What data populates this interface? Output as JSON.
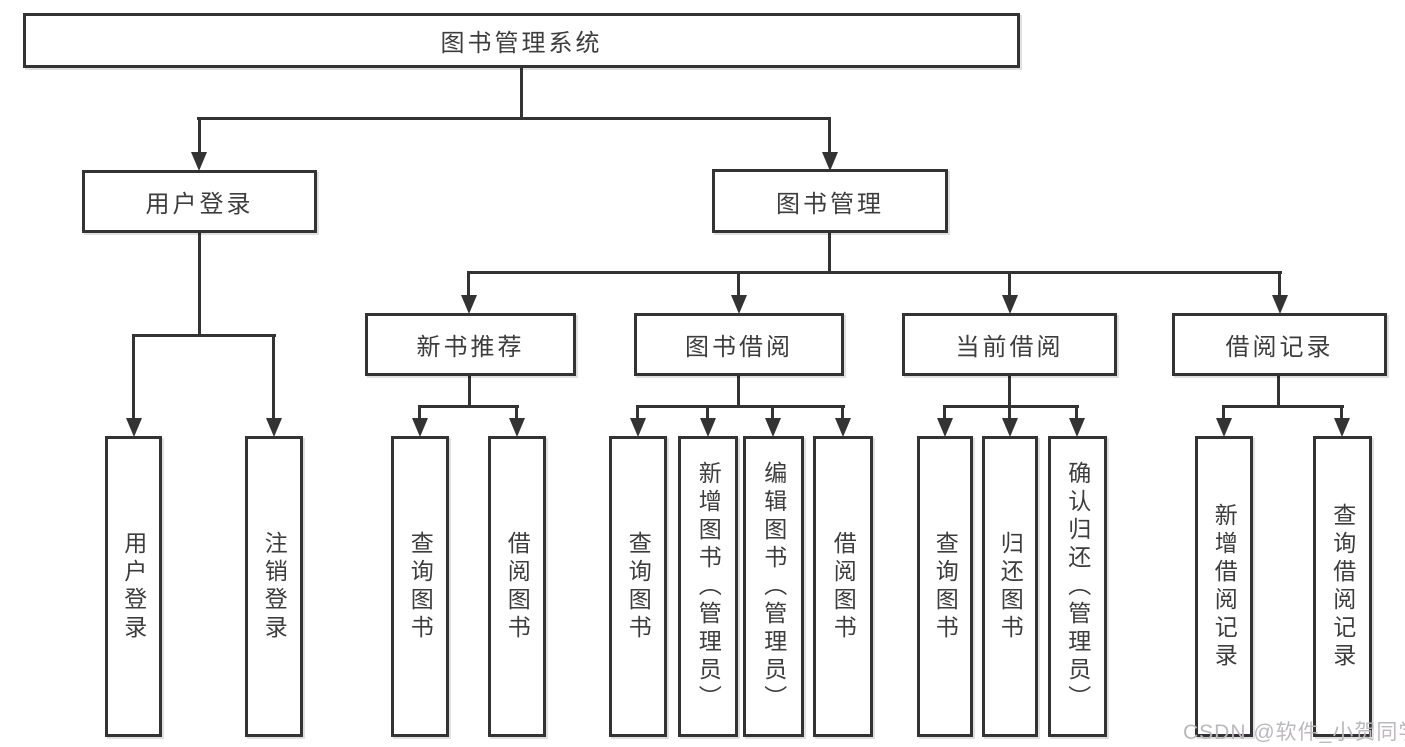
{
  "watermark": "CSDN @软件_小贺同学",
  "colors": {
    "line": "#333333",
    "text": "#3d3d3d",
    "background": "#ffffff",
    "watermark": "#bcb9be"
  },
  "nodes": {
    "root": "图书管理系统",
    "user_login": "用户登录",
    "book_mgmt": "图书管理",
    "new_book_rec": "新书推荐",
    "book_borrow": "图书借阅",
    "current_borrow": "当前借阅",
    "borrow_records": "借阅记录",
    "user_login_children": [
      "用户登录",
      "注销登录"
    ],
    "new_book_rec_children": [
      "查询图书",
      "借阅图书"
    ],
    "book_borrow_children": [
      "查询图书",
      "新增图书（管理员）",
      "编辑图书（管理员）",
      "借阅图书"
    ],
    "current_borrow_children": [
      "查询图书",
      "归还图书",
      "确认归还（管理员）"
    ],
    "borrow_records_children": [
      "新增借阅记录",
      "查询借阅记录"
    ]
  }
}
